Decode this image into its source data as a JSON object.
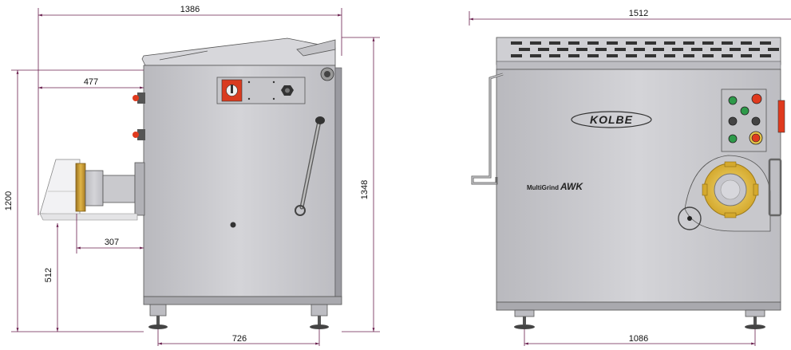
{
  "dimensions": {
    "side_total_width": "1386",
    "side_hopper_offset": "477",
    "side_body_height": "1200",
    "side_outlet_offset": "307",
    "side_outlet_height": "512",
    "side_total_height": "1348",
    "side_foot_span": "726",
    "front_total_width": "1512",
    "front_foot_span": "1086"
  },
  "front_panel": {
    "brand_logo": "KOLBE",
    "product_name_prefix": "MultiGrind",
    "product_name_suffix": "AWK"
  },
  "colors": {
    "dimension_line": "#6a1f4e",
    "steel": "#c8c8cc",
    "brass": "#c99a2e",
    "yellow_cover": "#e8c54a",
    "red_button": "#e03a1e",
    "green_button": "#2e9a4a"
  }
}
